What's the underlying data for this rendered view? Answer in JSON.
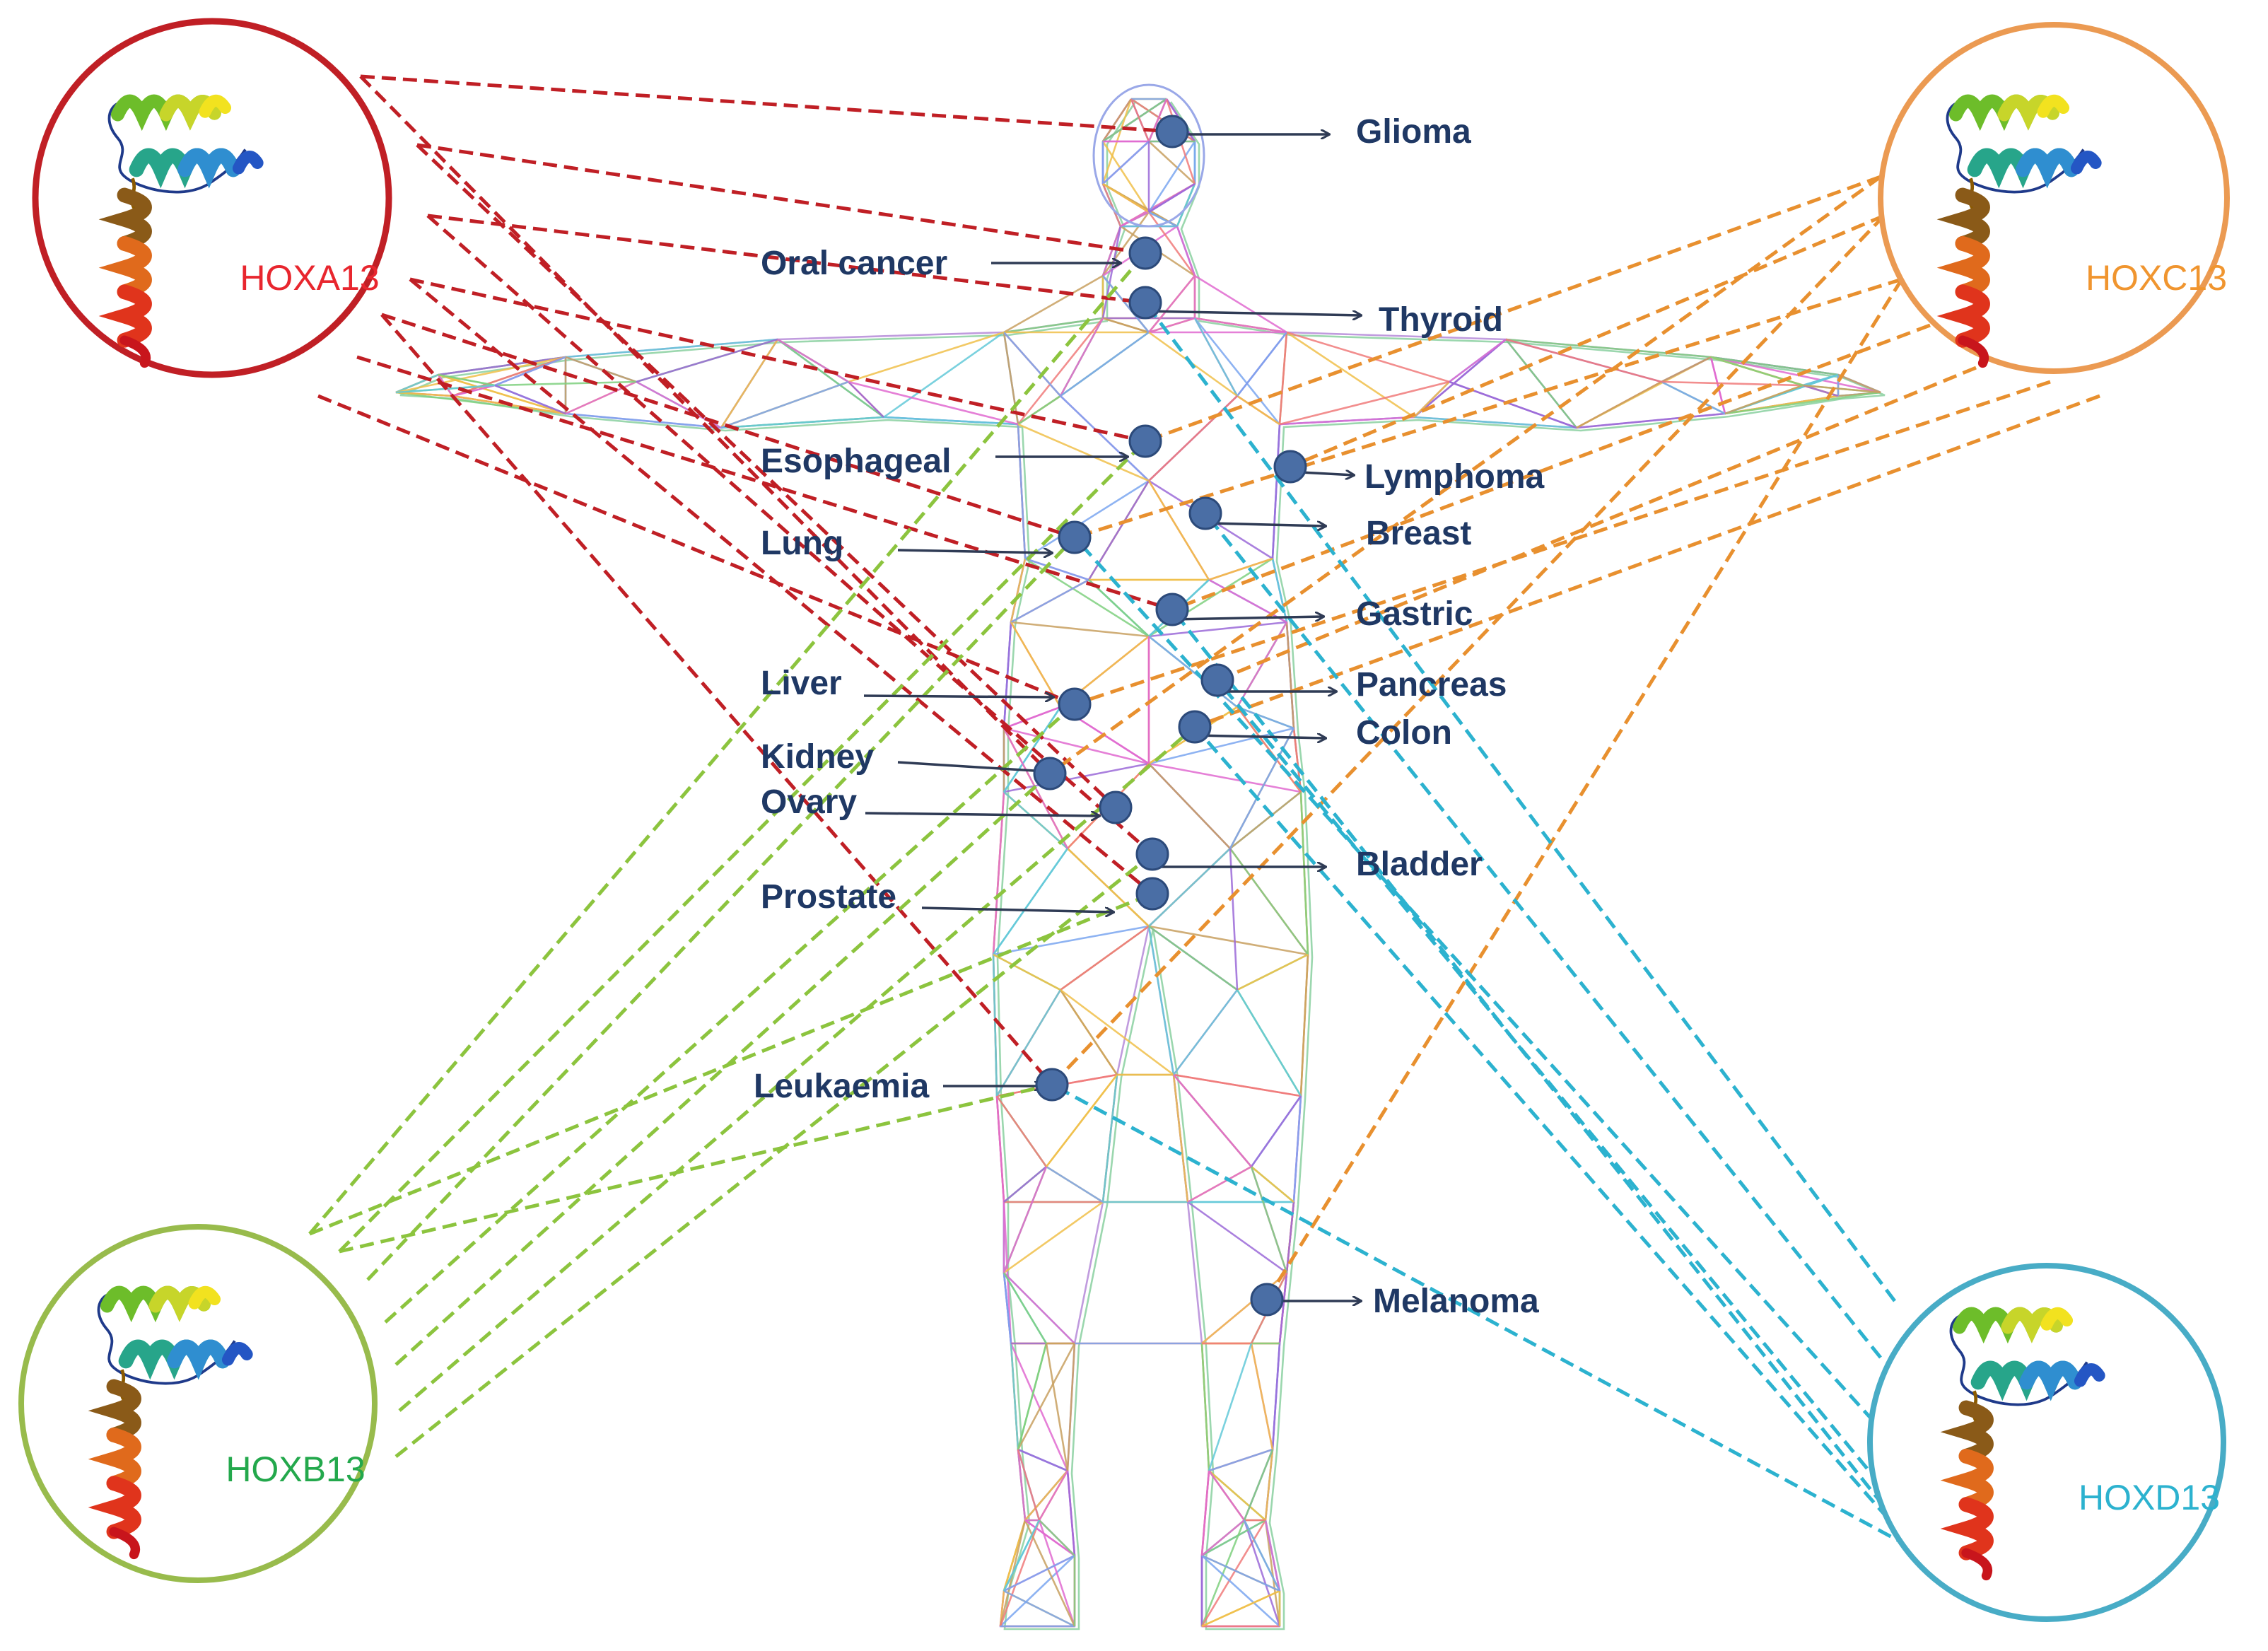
{
  "colors": {
    "HOXA13": "#c01f25",
    "HOXB13": "#8cc43e",
    "HOXC13": "#e8902f",
    "HOXD13": "#2cb2cf",
    "label": "#1f3864",
    "node": "#4a6ea5"
  },
  "genes": [
    {
      "id": "HOXA13",
      "label": "HOXA13",
      "label_color": "#e8262e",
      "ring_color": "#c01f25",
      "icon": "protein-ribbon-icon"
    },
    {
      "id": "HOXC13",
      "label": "HOXC13",
      "label_color": "#f0952f",
      "ring_color": "#eb9a52",
      "icon": "protein-ribbon-icon"
    },
    {
      "id": "HOXB13",
      "label": "HOXB13",
      "label_color": "#23a84c",
      "ring_color": "#98bb4c",
      "icon": "protein-ribbon-icon"
    },
    {
      "id": "HOXD13",
      "label": "HOXD13",
      "label_color": "#2cb2cf",
      "ring_color": "#48acc6",
      "icon": "protein-ribbon-icon"
    }
  ],
  "sites": [
    {
      "id": "glioma",
      "label": "Glioma"
    },
    {
      "id": "oral",
      "label": "Oral cancer"
    },
    {
      "id": "thyroid",
      "label": "Thyroid"
    },
    {
      "id": "esophageal",
      "label": "Esophageal"
    },
    {
      "id": "lymphoma",
      "label": "Lymphoma"
    },
    {
      "id": "breast",
      "label": "Breast"
    },
    {
      "id": "lung",
      "label": "Lung"
    },
    {
      "id": "gastric",
      "label": "Gastric"
    },
    {
      "id": "pancreas",
      "label": "Pancreas"
    },
    {
      "id": "liver",
      "label": "Liver"
    },
    {
      "id": "colon",
      "label": "Colon"
    },
    {
      "id": "kidney",
      "label": "Kidney"
    },
    {
      "id": "ovary",
      "label": "Ovary"
    },
    {
      "id": "bladder",
      "label": "Bladder"
    },
    {
      "id": "prostate",
      "label": "Prostate"
    },
    {
      "id": "leukaemia",
      "label": "Leukaemia"
    },
    {
      "id": "melanoma",
      "label": "Melanoma"
    }
  ],
  "associations": {
    "HOXA13": [
      "glioma",
      "oral",
      "thyroid",
      "esophageal",
      "lung",
      "gastric",
      "liver",
      "kidney",
      "ovary",
      "bladder",
      "prostate",
      "leukaemia"
    ],
    "HOXB13": [
      "oral",
      "esophageal",
      "lung",
      "liver",
      "kidney",
      "colon",
      "bladder",
      "prostate",
      "leukaemia"
    ],
    "HOXC13": [
      "esophageal",
      "lymphoma",
      "lung",
      "gastric",
      "pancreas",
      "liver",
      "colon",
      "kidney",
      "leukaemia",
      "melanoma"
    ],
    "HOXD13": [
      "thyroid",
      "breast",
      "lung",
      "pancreas",
      "colon",
      "gastric",
      "leukaemia"
    ]
  }
}
